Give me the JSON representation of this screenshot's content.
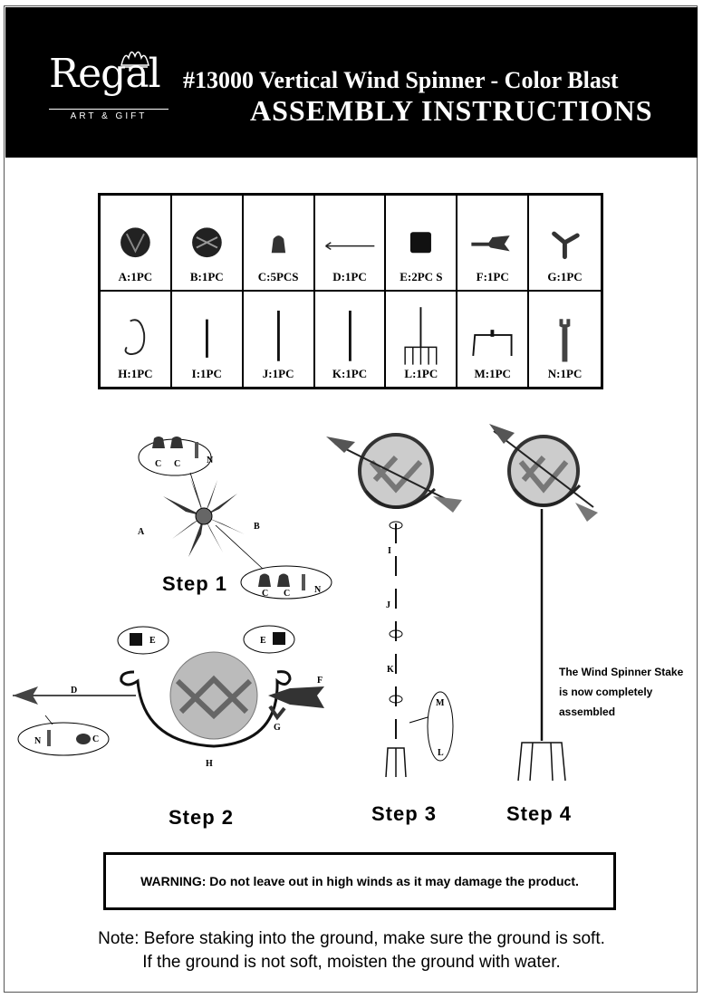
{
  "header": {
    "logo_word": "Regal",
    "logo_sub": "ART & GIFT",
    "title": "#13000 Vertical Wind Spinner - Color Blast",
    "subtitle": "ASSEMBLY INSTRUCTIONS"
  },
  "parts": [
    {
      "label": "A:1PC",
      "icon": "spinner-ball-a"
    },
    {
      "label": "B:1PC",
      "icon": "spinner-ball-b"
    },
    {
      "label": "C:5PCS",
      "icon": "cap-nut"
    },
    {
      "label": "D:1PC",
      "icon": "arrow-rod"
    },
    {
      "label": "E:2PC S",
      "icon": "bearing"
    },
    {
      "label": "F:1PC",
      "icon": "arrow-tail"
    },
    {
      "label": "G:1PC",
      "icon": "bracket"
    },
    {
      "label": "H:1PC",
      "icon": "curved-frame"
    },
    {
      "label": "I:1PC",
      "icon": "pole-short"
    },
    {
      "label": "J:1PC",
      "icon": "pole-long"
    },
    {
      "label": "K:1PC",
      "icon": "pole-long"
    },
    {
      "label": "L:1PC",
      "icon": "stake-fork"
    },
    {
      "label": "M:1PC",
      "icon": "foot-bar"
    },
    {
      "label": "N:1PC",
      "icon": "wrench"
    }
  ],
  "steps": {
    "step1": "Step 1",
    "step2": "Step 2",
    "step3": "Step 3",
    "step4": "Step 4",
    "letters": {
      "A": "A",
      "B": "B",
      "C": "C",
      "D": "D",
      "E": "E",
      "F": "F",
      "G": "G",
      "H": "H",
      "I": "I",
      "J": "J",
      "K": "K",
      "L": "L",
      "M": "M",
      "N": "N"
    },
    "assembled_line1": "The Wind Spinner Stake",
    "assembled_line2": "is now completely",
    "assembled_line3": "assembled"
  },
  "warning": "WARNING: Do not leave out in high winds as it may damage the product.",
  "note": {
    "line1": "Note: Before staking into the ground, make sure the ground is soft.",
    "line2": "If the ground is not soft, moisten the ground with water."
  }
}
